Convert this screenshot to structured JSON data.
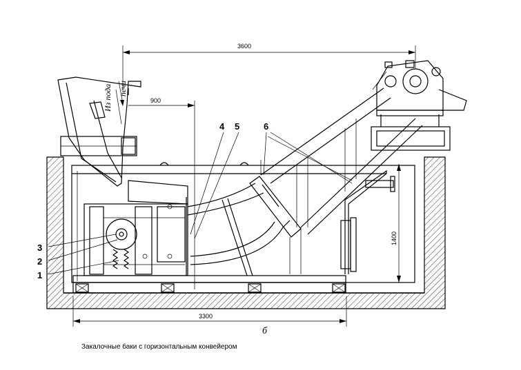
{
  "caption": "Закалочные баки с горизонтальным конвейером",
  "dimensions": {
    "overall_length": "3600",
    "feed_offset": "900",
    "tank_length": "3300",
    "tank_height": "1400",
    "section_letter": "б"
  },
  "feed_label": {
    "line1": "Из пода",
    "line2": "печи"
  },
  "callouts": [
    "4",
    "5",
    "6",
    "3",
    "2",
    "1"
  ],
  "colors": {
    "line": "#000000",
    "background": "#ffffff"
  }
}
